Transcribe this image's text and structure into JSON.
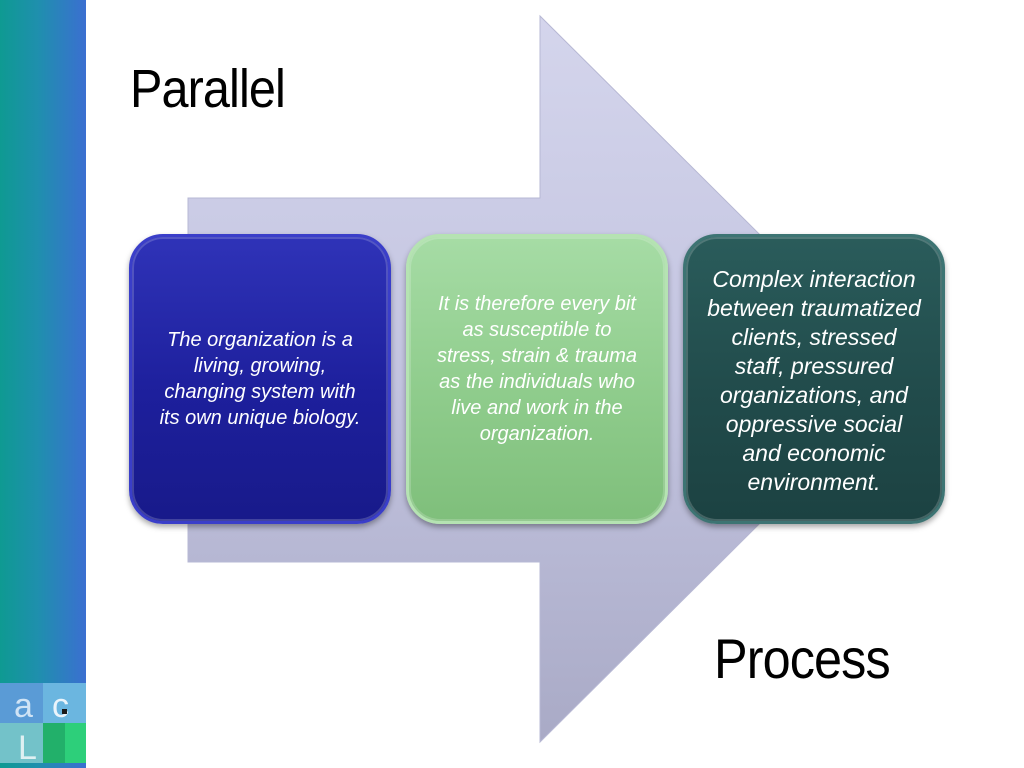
{
  "title_top": "Parallel",
  "title_bottom": "Process",
  "cards": [
    {
      "text": "The organization is a\nliving, growing,\nchanging system with\nits own unique biology.",
      "color": "#1d1f9c"
    },
    {
      "text": "It is therefore every bit\nas susceptible to\nstress, strain & trauma\nas the individuals who\nlive and work in the\norganization.",
      "color": "#8fcc8c"
    },
    {
      "text": "Complex interaction\nbetween traumatized\nclients, stressed\nstaff, pressured\norganizations, and\noppressive social\nand economic\nenvironment.",
      "color": "#214b4b"
    }
  ],
  "arrow_color": "#c9cae3",
  "sidebar_colors": [
    "#0e9a92",
    "#3b6fd1"
  ],
  "logo": {
    "letters": [
      "a",
      "c",
      "L"
    ]
  }
}
